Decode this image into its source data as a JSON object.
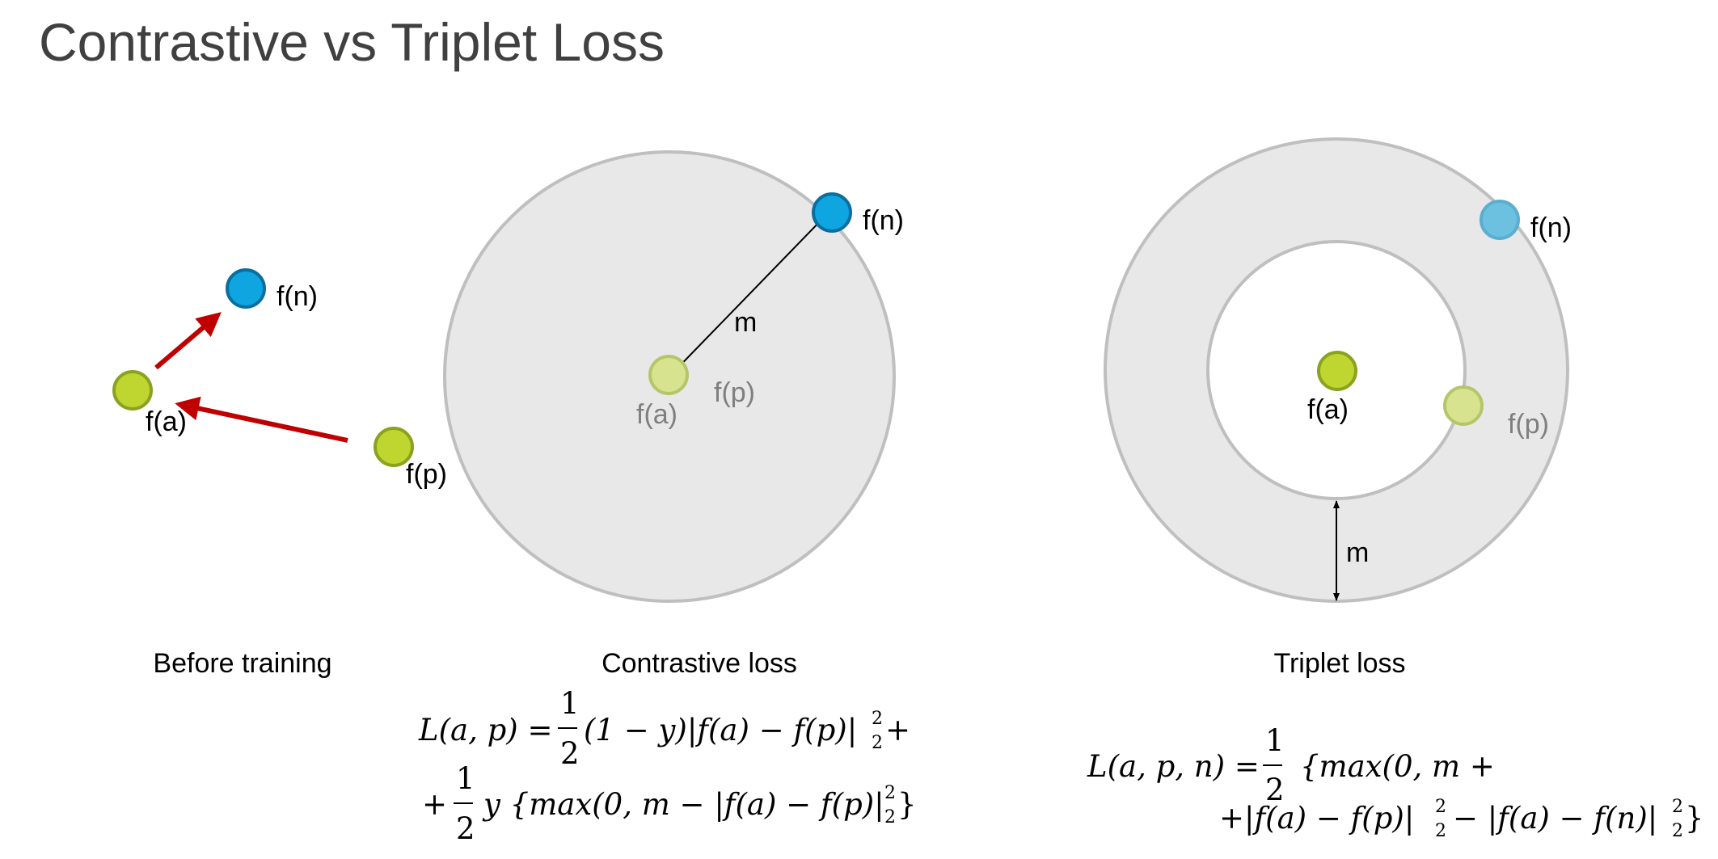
{
  "title": "Contrastive vs Triplet Loss",
  "labels": {
    "fn": "f(n)",
    "fa": "f(a)",
    "fp": "f(p)",
    "margin": "m"
  },
  "captions": {
    "before": "Before training",
    "contrastive": "Contrastive loss",
    "triplet": "Triplet loss"
  },
  "formulas": {
    "contrastive": {
      "line1_lhs": "L(a, p) =",
      "half": "1",
      "two": "2",
      "line1_rhs": "(1 − y)|f(a) − f(p)|",
      "line1_tail": "+",
      "line2_plus": "+",
      "line2_rhs": "y {max(0, m − |f(a) − f(p)|",
      "line2_tail": "}"
    },
    "triplet": {
      "lhs": "L(a, p, n) =",
      "half": "1",
      "two": "2",
      "line1": "{max(0, m +",
      "line2_a": "+|f(a) − f(p)|",
      "line2_b": "− |f(a) − f(n)|",
      "line2_tail": "}"
    },
    "sup": "2",
    "sub": "2"
  },
  "colors": {
    "positive_green": "#bfd630",
    "positive_green_stroke": "#8aa220",
    "negative_blue": "#0ea5e0",
    "negative_blue_stroke": "#0a6fa0",
    "arrow_red": "#c00000",
    "region_fill": "#e8e8e8",
    "region_stroke": "#bfbfbf"
  }
}
